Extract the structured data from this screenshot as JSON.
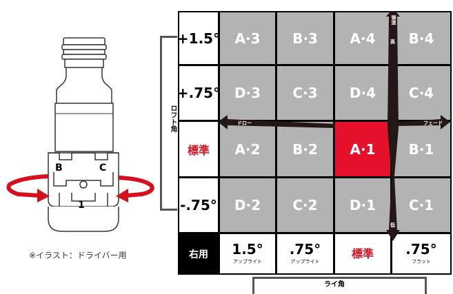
{
  "caption": "※イラスト：ドライバー用",
  "illustration": {
    "label_b": "B",
    "label_c": "C",
    "label_1": "1"
  },
  "axes": {
    "loft": "ロフト角",
    "lie": "ライ角"
  },
  "rows": [
    {
      "loft": "+1.5°",
      "cells": [
        "A·3",
        "B·3",
        "A·4",
        "B·4"
      ]
    },
    {
      "loft": "+.75°",
      "cells": [
        "D·3",
        "C·3",
        "D·4",
        "C·4"
      ]
    },
    {
      "loft": "標準",
      "cells": [
        "A·2",
        "B·2",
        "A·1",
        "B·1"
      ]
    },
    {
      "loft": "-.75°",
      "cells": [
        "D·2",
        "C·2",
        "D·1",
        "C·1"
      ]
    }
  ],
  "bottom_row": {
    "corner": "右用",
    "cols": [
      {
        "value": "1.5°",
        "sub": "アップライト"
      },
      {
        "value": ".75°",
        "sub": "アップライト"
      },
      {
        "value": "標準",
        "sub": ""
      },
      {
        "value": ".75°",
        "sub": "フラット"
      }
    ]
  },
  "arrows": {
    "up_1": "弾道",
    "up_2": "高",
    "down": "低",
    "left": "ドロー",
    "right": "フェード"
  },
  "colors": {
    "cell_gray": "#b3b3b3",
    "highlight_red": "#e5102a",
    "standard_text": "#d4101e",
    "border": "#000000"
  }
}
